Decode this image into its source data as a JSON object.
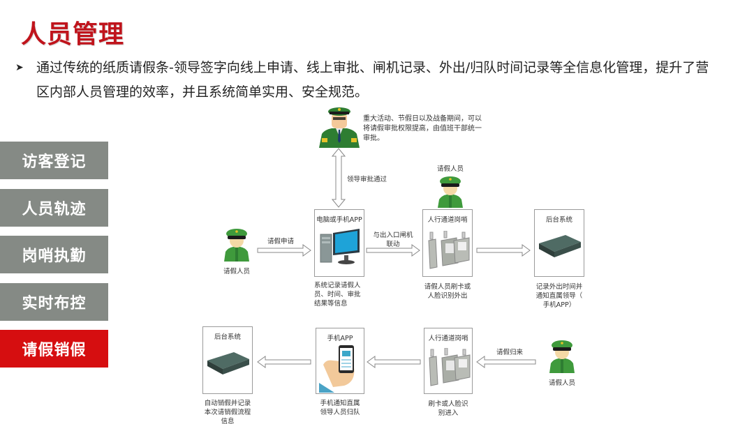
{
  "header": {
    "title": "人员管理",
    "bullet_marker": "➤",
    "description": "通过传统的纸质请假条-领导签字向线上申请、线上审批、闸机记录、外出/归队时间记录等全信息化管理，提升了营区内部人员管理的效率，并且系统简单实用、安全规范。"
  },
  "sidebar": {
    "items": [
      {
        "label": "访客登记",
        "active": false
      },
      {
        "label": "人员轨迹",
        "active": false
      },
      {
        "label": "岗哨执勤",
        "active": false
      },
      {
        "label": "实时布控",
        "active": false
      },
      {
        "label": "请假销假",
        "active": true
      }
    ]
  },
  "colors": {
    "title_red": "#c0141c",
    "active_red": "#d60e10",
    "inactive_gray": "#858a85",
    "soldier_green": "#3f9a3c",
    "box_border": "#9a9a9a"
  },
  "diagram": {
    "leader": {
      "icon": "officer-icon",
      "note": [
        "重大活动、节假日以及战备期间，可以",
        "将请假审批权限提高，由值班干部统一",
        "审批。"
      ]
    },
    "approval_arrow_label": "领导审批通过",
    "row1": {
      "applicant": {
        "icon": "soldier-icon",
        "label": "请假人员"
      },
      "arrow_apply_label": "请假申请",
      "pc_box": {
        "title": "电脑或手机APP",
        "icon": "computer-icon",
        "caption": [
          "系统记录请假人",
          "员、时间、审批",
          "结果等信息"
        ]
      },
      "arrow_link_label": [
        "与出入口闸机",
        "联动"
      ],
      "gate_person_label": "请假人员",
      "gate_box": {
        "title": "人行通道岗哨",
        "icon": "turnstile-icon",
        "caption": [
          "请假人员刷卡或",
          "人脸识别外出"
        ]
      },
      "server_box": {
        "title": "后台系统",
        "icon": "server-icon",
        "caption": [
          "记录外出时间并",
          "通知直属领导（",
          "手机APP）"
        ]
      }
    },
    "row2": {
      "server_box": {
        "title": "后台系统",
        "icon": "server-icon",
        "caption": [
          "自动销假并记录",
          "本次请销假流程",
          "信息"
        ]
      },
      "phone_box": {
        "title": "手机APP",
        "icon": "phone-icon",
        "caption": [
          "手机通知直属",
          "领导人员归队"
        ]
      },
      "gate_box": {
        "title": "人行通道岗哨",
        "icon": "turnstile-icon",
        "caption": [
          "刷卡或人脸识",
          "别进入"
        ]
      },
      "arrow_return_label": "请假归来",
      "returner": {
        "icon": "soldier-icon",
        "label": "请假人员"
      }
    }
  }
}
